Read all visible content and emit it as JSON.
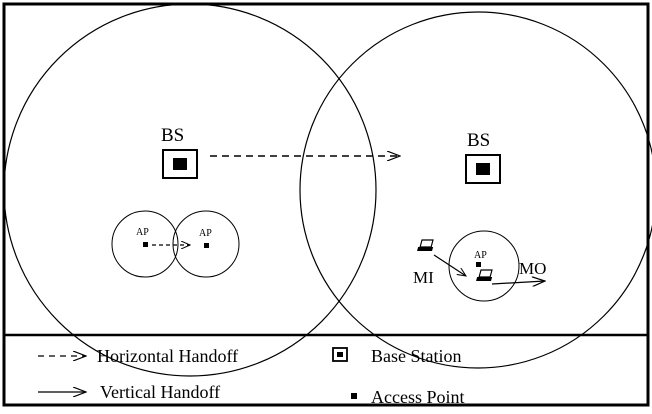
{
  "diagram": {
    "cells": [
      {
        "id": "left-cell",
        "bs_label": "BS",
        "ap_cells": [
          {
            "label": "AP"
          },
          {
            "label": "AP"
          }
        ]
      },
      {
        "id": "right-cell",
        "bs_label": "BS",
        "ap_cells": [
          {
            "label": "AP"
          }
        ]
      }
    ],
    "mobile_labels": {
      "mobile_in": "MI",
      "mobile_out": "MO"
    },
    "legend": {
      "horizontal_handoff": "Horizontal Handoff",
      "vertical_handoff": "Vertical Handoff",
      "base_station": "Base Station",
      "access_point": "Access Point"
    },
    "colors": {
      "ink": "#000000",
      "background": "#ffffff"
    }
  }
}
